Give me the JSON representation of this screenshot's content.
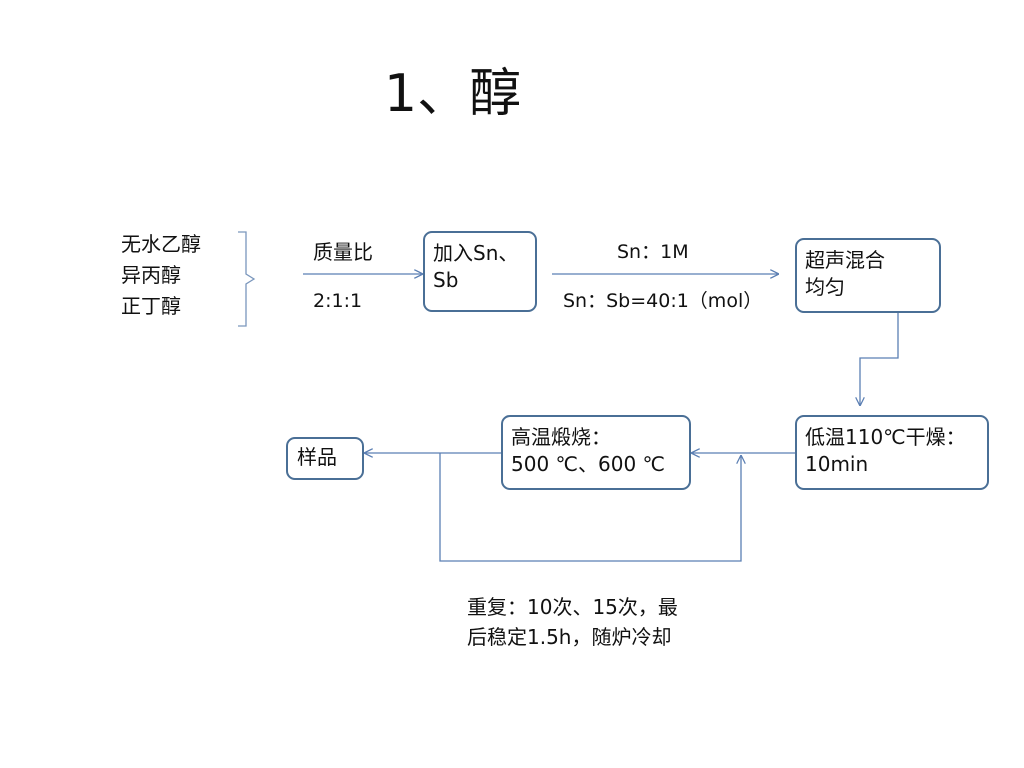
{
  "title": "1、醇",
  "solvents": [
    "无水乙醇",
    "异丙醇",
    "正丁醇"
  ],
  "mass_ratio": {
    "label": "质量比",
    "value": "2:1:1"
  },
  "add_box": {
    "line1": "加入Sn、",
    "line2": "Sb"
  },
  "concentration": {
    "top": "Sn：1M",
    "bottom": "Sn：Sb=40:1（mol）"
  },
  "mix_box": {
    "line1": "超声混合",
    "line2": "均匀"
  },
  "dry_box": {
    "line1": "低温110℃干燥：",
    "line2": "10min"
  },
  "calcine_box": {
    "line1": "高温煅烧：",
    "line2": "500 ℃、600 ℃"
  },
  "sample_box": {
    "label": "样品"
  },
  "repeat_note": {
    "line1": "重复：10次、15次，最",
    "line2": "后稳定1.5h，随炉冷却"
  },
  "colors": {
    "box_border": "#4a6f96",
    "arrow": "#5b7fb3",
    "brace": "#7a96bc"
  }
}
